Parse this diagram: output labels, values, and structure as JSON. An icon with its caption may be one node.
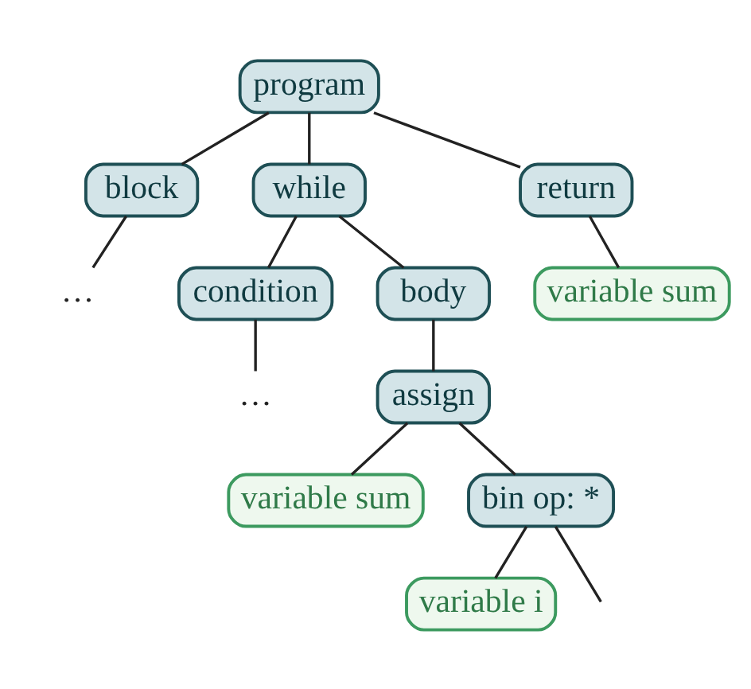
{
  "diagram": {
    "nodes": [
      {
        "text": [
          "program"
        ]
      },
      {
        "text": [
          "block"
        ]
      },
      {
        "text": [
          "while"
        ]
      },
      {
        "text": [
          "return"
        ]
      },
      {
        "text": [
          "…"
        ]
      },
      {
        "text": [
          "condition"
        ]
      },
      {
        "text": [
          "body"
        ]
      },
      {
        "text": [
          "variable sum"
        ]
      },
      {
        "text": [
          "…"
        ]
      },
      {
        "text": [
          "assign"
        ]
      },
      {
        "text": [
          "variable sum"
        ]
      },
      {
        "text": [
          "bin op: *"
        ]
      },
      {
        "text": [
          "variable i"
        ]
      }
    ],
    "edges": [
      {
        "from": 0,
        "to": 1,
        "arrow": "none"
      },
      {
        "from": 0,
        "to": 2,
        "arrow": "none"
      },
      {
        "from": 0,
        "to": 3,
        "arrow": "none"
      },
      {
        "from": 1,
        "to": 4,
        "arrow": "none"
      },
      {
        "from": 2,
        "to": 5,
        "arrow": "none"
      },
      {
        "from": 2,
        "to": 6,
        "arrow": "none"
      },
      {
        "from": 3,
        "to": 7,
        "arrow": "none"
      },
      {
        "from": 5,
        "to": 8,
        "arrow": "none"
      },
      {
        "from": 6,
        "to": 9,
        "arrow": "none"
      },
      {
        "from": 9,
        "to": 10,
        "arrow": "none"
      },
      {
        "from": 9,
        "to": 11,
        "arrow": "none"
      },
      {
        "from": 11,
        "to": 12,
        "arrow": "none"
      },
      {
        "from": 11,
        "to": null,
        "arrow": "none"
      }
    ]
  }
}
